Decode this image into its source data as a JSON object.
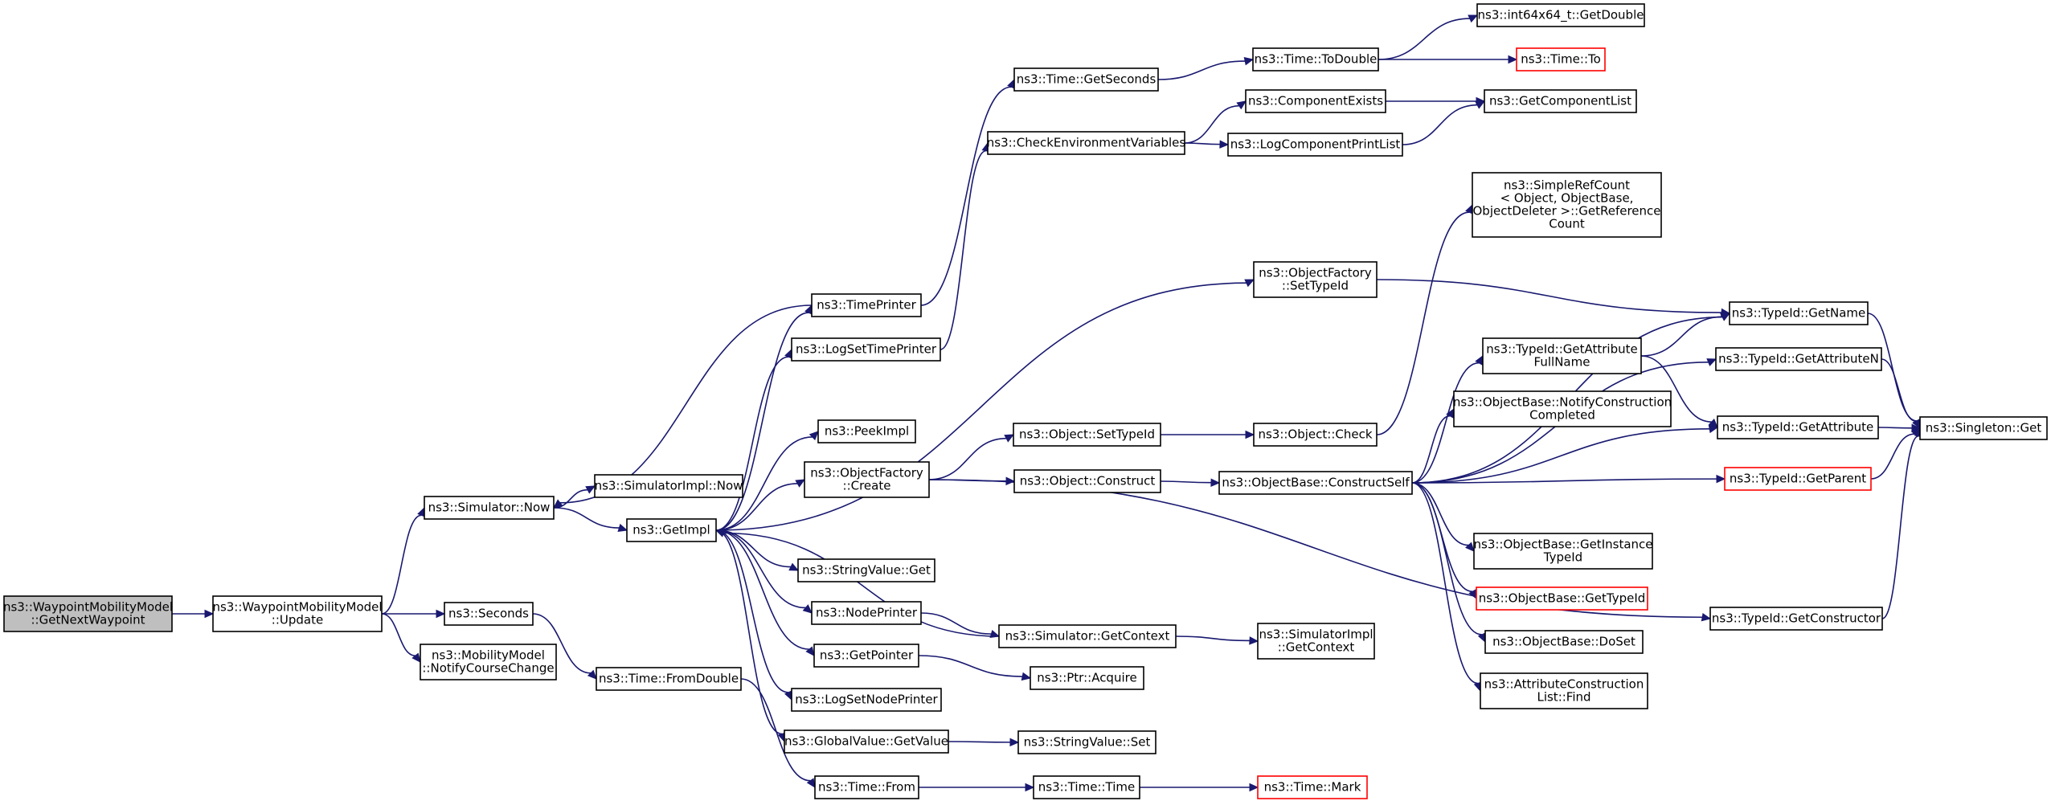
{
  "colors": {
    "edge": "#191970",
    "node_border": "#000000",
    "root_fill": "#bfbfbf",
    "missing_border": "#ff0000",
    "background": "#ffffff"
  },
  "nodes": {
    "getNextWaypoint": {
      "lines": [
        "ns3::WaypointMobilityModel",
        "::GetNextWaypoint"
      ],
      "root": true
    },
    "update": {
      "lines": [
        "ns3::WaypointMobilityModel",
        "::Update"
      ]
    },
    "simNow": {
      "lines": [
        "ns3::Simulator::Now"
      ]
    },
    "seconds": {
      "lines": [
        "ns3::Seconds"
      ]
    },
    "notifyCourseChange": {
      "lines": [
        "ns3::MobilityModel",
        "::NotifyCourseChange"
      ]
    },
    "simImplNow": {
      "lines": [
        "ns3::SimulatorImpl::Now"
      ]
    },
    "getImpl": {
      "lines": [
        "ns3::GetImpl"
      ]
    },
    "fromDouble": {
      "lines": [
        "ns3::Time::FromDouble"
      ]
    },
    "timePrinter": {
      "lines": [
        "ns3::TimePrinter"
      ]
    },
    "logSetTimePrinter": {
      "lines": [
        "ns3::LogSetTimePrinter"
      ]
    },
    "peekImpl": {
      "lines": [
        "ns3::PeekImpl"
      ]
    },
    "ofCreate": {
      "lines": [
        "ns3::ObjectFactory",
        "::Create"
      ]
    },
    "stringValueGet": {
      "lines": [
        "ns3::StringValue::Get"
      ]
    },
    "nodePrinter": {
      "lines": [
        "ns3::NodePrinter"
      ]
    },
    "getPointer": {
      "lines": [
        "ns3::GetPointer"
      ]
    },
    "logSetNodePrinter": {
      "lines": [
        "ns3::LogSetNodePrinter"
      ]
    },
    "globalValueGetValue": {
      "lines": [
        "ns3::GlobalValue::GetValue"
      ]
    },
    "timeFrom": {
      "lines": [
        "ns3::Time::From"
      ]
    },
    "timeGetSeconds": {
      "lines": [
        "ns3::Time::GetSeconds"
      ]
    },
    "checkEnv": {
      "lines": [
        "ns3::CheckEnvironmentVariables"
      ]
    },
    "objectSetTypeId": {
      "lines": [
        "ns3::Object::SetTypeId"
      ]
    },
    "objectConstruct": {
      "lines": [
        "ns3::Object::Construct"
      ]
    },
    "simGetContext": {
      "lines": [
        "ns3::Simulator::GetContext"
      ]
    },
    "ptrAcquire": {
      "lines": [
        "ns3::Ptr::Acquire"
      ]
    },
    "stringValueSet": {
      "lines": [
        "ns3::StringValue::Set"
      ]
    },
    "timeTime": {
      "lines": [
        "ns3::Time::Time"
      ]
    },
    "timeToDouble": {
      "lines": [
        "ns3::Time::ToDouble"
      ]
    },
    "componentExists": {
      "lines": [
        "ns3::ComponentExists"
      ]
    },
    "logComponentPrintList": {
      "lines": [
        "ns3::LogComponentPrintList"
      ]
    },
    "ofSetTypeId": {
      "lines": [
        "ns3::ObjectFactory",
        "::SetTypeId"
      ]
    },
    "objectCheck": {
      "lines": [
        "ns3::Object::Check"
      ]
    },
    "constructSelf": {
      "lines": [
        "ns3::ObjectBase::ConstructSelf"
      ]
    },
    "simImplGetContext": {
      "lines": [
        "ns3::SimulatorImpl",
        "::GetContext"
      ]
    },
    "timeMark": {
      "lines": [
        "ns3::Time::Mark"
      ],
      "missing": true
    },
    "int64GetDouble": {
      "lines": [
        "ns3::int64x64_t::GetDouble"
      ]
    },
    "timeTo": {
      "lines": [
        "ns3::Time::To"
      ],
      "missing": true
    },
    "getComponentList": {
      "lines": [
        "ns3::GetComponentList"
      ]
    },
    "refCount": {
      "lines": [
        "ns3::SimpleRefCount",
        "< Object, ObjectBase,",
        " ObjectDeleter >::GetReference",
        "Count"
      ]
    },
    "getAttrFullName": {
      "lines": [
        "ns3::TypeId::GetAttribute",
        "FullName"
      ]
    },
    "notifyConstructionCompleted": {
      "lines": [
        "ns3::ObjectBase::NotifyConstruction",
        "Completed"
      ]
    },
    "getInstanceTypeId": {
      "lines": [
        "ns3::ObjectBase::GetInstance",
        "TypeId"
      ]
    },
    "obGetTypeId": {
      "lines": [
        "ns3::ObjectBase::GetTypeId"
      ],
      "missing": true
    },
    "doSet": {
      "lines": [
        "ns3::ObjectBase::DoSet"
      ]
    },
    "attrConstrFind": {
      "lines": [
        "ns3::AttributeConstruction",
        "List::Find"
      ]
    },
    "getName": {
      "lines": [
        "ns3::TypeId::GetName"
      ]
    },
    "getAttributeN": {
      "lines": [
        "ns3::TypeId::GetAttributeN"
      ]
    },
    "getAttribute": {
      "lines": [
        "ns3::TypeId::GetAttribute"
      ]
    },
    "getParent": {
      "lines": [
        "ns3::TypeId::GetParent"
      ],
      "missing": true
    },
    "getConstructor": {
      "lines": [
        "ns3::TypeId::GetConstructor"
      ]
    },
    "singletonGet": {
      "lines": [
        "ns3::Singleton::Get"
      ]
    }
  },
  "edges": [
    [
      "getNextWaypoint",
      "update"
    ],
    [
      "update",
      "simNow"
    ],
    [
      "update",
      "seconds"
    ],
    [
      "update",
      "notifyCourseChange"
    ],
    [
      "simNow",
      "simImplNow"
    ],
    [
      "simNow",
      "getImpl"
    ],
    [
      "seconds",
      "fromDouble"
    ],
    [
      "fromDouble",
      "timeFrom"
    ],
    [
      "timePrinter",
      "simNow"
    ],
    [
      "timePrinter",
      "timeGetSeconds"
    ],
    [
      "getImpl",
      "timePrinter"
    ],
    [
      "getImpl",
      "logSetTimePrinter"
    ],
    [
      "getImpl",
      "ofSetTypeId"
    ],
    [
      "getImpl",
      "peekImpl"
    ],
    [
      "getImpl",
      "ofCreate"
    ],
    [
      "getImpl",
      "stringValueGet"
    ],
    [
      "getImpl",
      "nodePrinter"
    ],
    [
      "getImpl",
      "getPointer"
    ],
    [
      "getImpl",
      "logSetNodePrinter"
    ],
    [
      "getImpl",
      "globalValueGetValue"
    ],
    [
      "simGetContext",
      "getImpl"
    ],
    [
      "logSetTimePrinter",
      "checkEnv"
    ],
    [
      "ofCreate",
      "objectSetTypeId"
    ],
    [
      "ofCreate",
      "objectConstruct"
    ],
    [
      "ofCreate",
      "getConstructor"
    ],
    [
      "nodePrinter",
      "simGetContext"
    ],
    [
      "getPointer",
      "ptrAcquire"
    ],
    [
      "globalValueGetValue",
      "stringValueSet"
    ],
    [
      "timeFrom",
      "timeTime"
    ],
    [
      "timeTime",
      "timeMark"
    ],
    [
      "timeGetSeconds",
      "timeToDouble"
    ],
    [
      "timeToDouble",
      "int64GetDouble"
    ],
    [
      "timeToDouble",
      "timeTo"
    ],
    [
      "checkEnv",
      "componentExists"
    ],
    [
      "checkEnv",
      "logComponentPrintList"
    ],
    [
      "componentExists",
      "getComponentList"
    ],
    [
      "logComponentPrintList",
      "getComponentList"
    ],
    [
      "objectSetTypeId",
      "objectCheck"
    ],
    [
      "objectConstruct",
      "constructSelf"
    ],
    [
      "objectCheck",
      "refCount"
    ],
    [
      "simGetContext",
      "simImplGetContext"
    ],
    [
      "ofSetTypeId",
      "getName"
    ],
    [
      "constructSelf",
      "getName"
    ],
    [
      "constructSelf",
      "getAttributeN"
    ],
    [
      "constructSelf",
      "getAttrFullName"
    ],
    [
      "constructSelf",
      "notifyConstructionCompleted"
    ],
    [
      "constructSelf",
      "getAttribute"
    ],
    [
      "constructSelf",
      "getParent"
    ],
    [
      "constructSelf",
      "getInstanceTypeId"
    ],
    [
      "constructSelf",
      "obGetTypeId"
    ],
    [
      "constructSelf",
      "doSet"
    ],
    [
      "constructSelf",
      "attrConstrFind"
    ],
    [
      "getAttrFullName",
      "getName"
    ],
    [
      "getAttrFullName",
      "getAttribute"
    ],
    [
      "getName",
      "singletonGet"
    ],
    [
      "getAttributeN",
      "singletonGet"
    ],
    [
      "getAttribute",
      "singletonGet"
    ],
    [
      "getParent",
      "singletonGet"
    ],
    [
      "getConstructor",
      "singletonGet"
    ]
  ]
}
